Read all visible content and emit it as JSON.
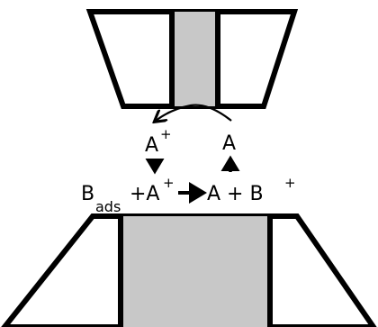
{
  "labels": {
    "a_plus_left": "A",
    "a_plus_left_sup": "+",
    "a_right": "A",
    "b": "B",
    "b_sub": "ads",
    "plus_a": "+A",
    "plus_a_sup": "+",
    "product": "A + B",
    "product_sup": "+"
  },
  "colors": {
    "stroke": "#000000",
    "fill_gray": "#c8c8c8",
    "fill_white": "#ffffff"
  }
}
